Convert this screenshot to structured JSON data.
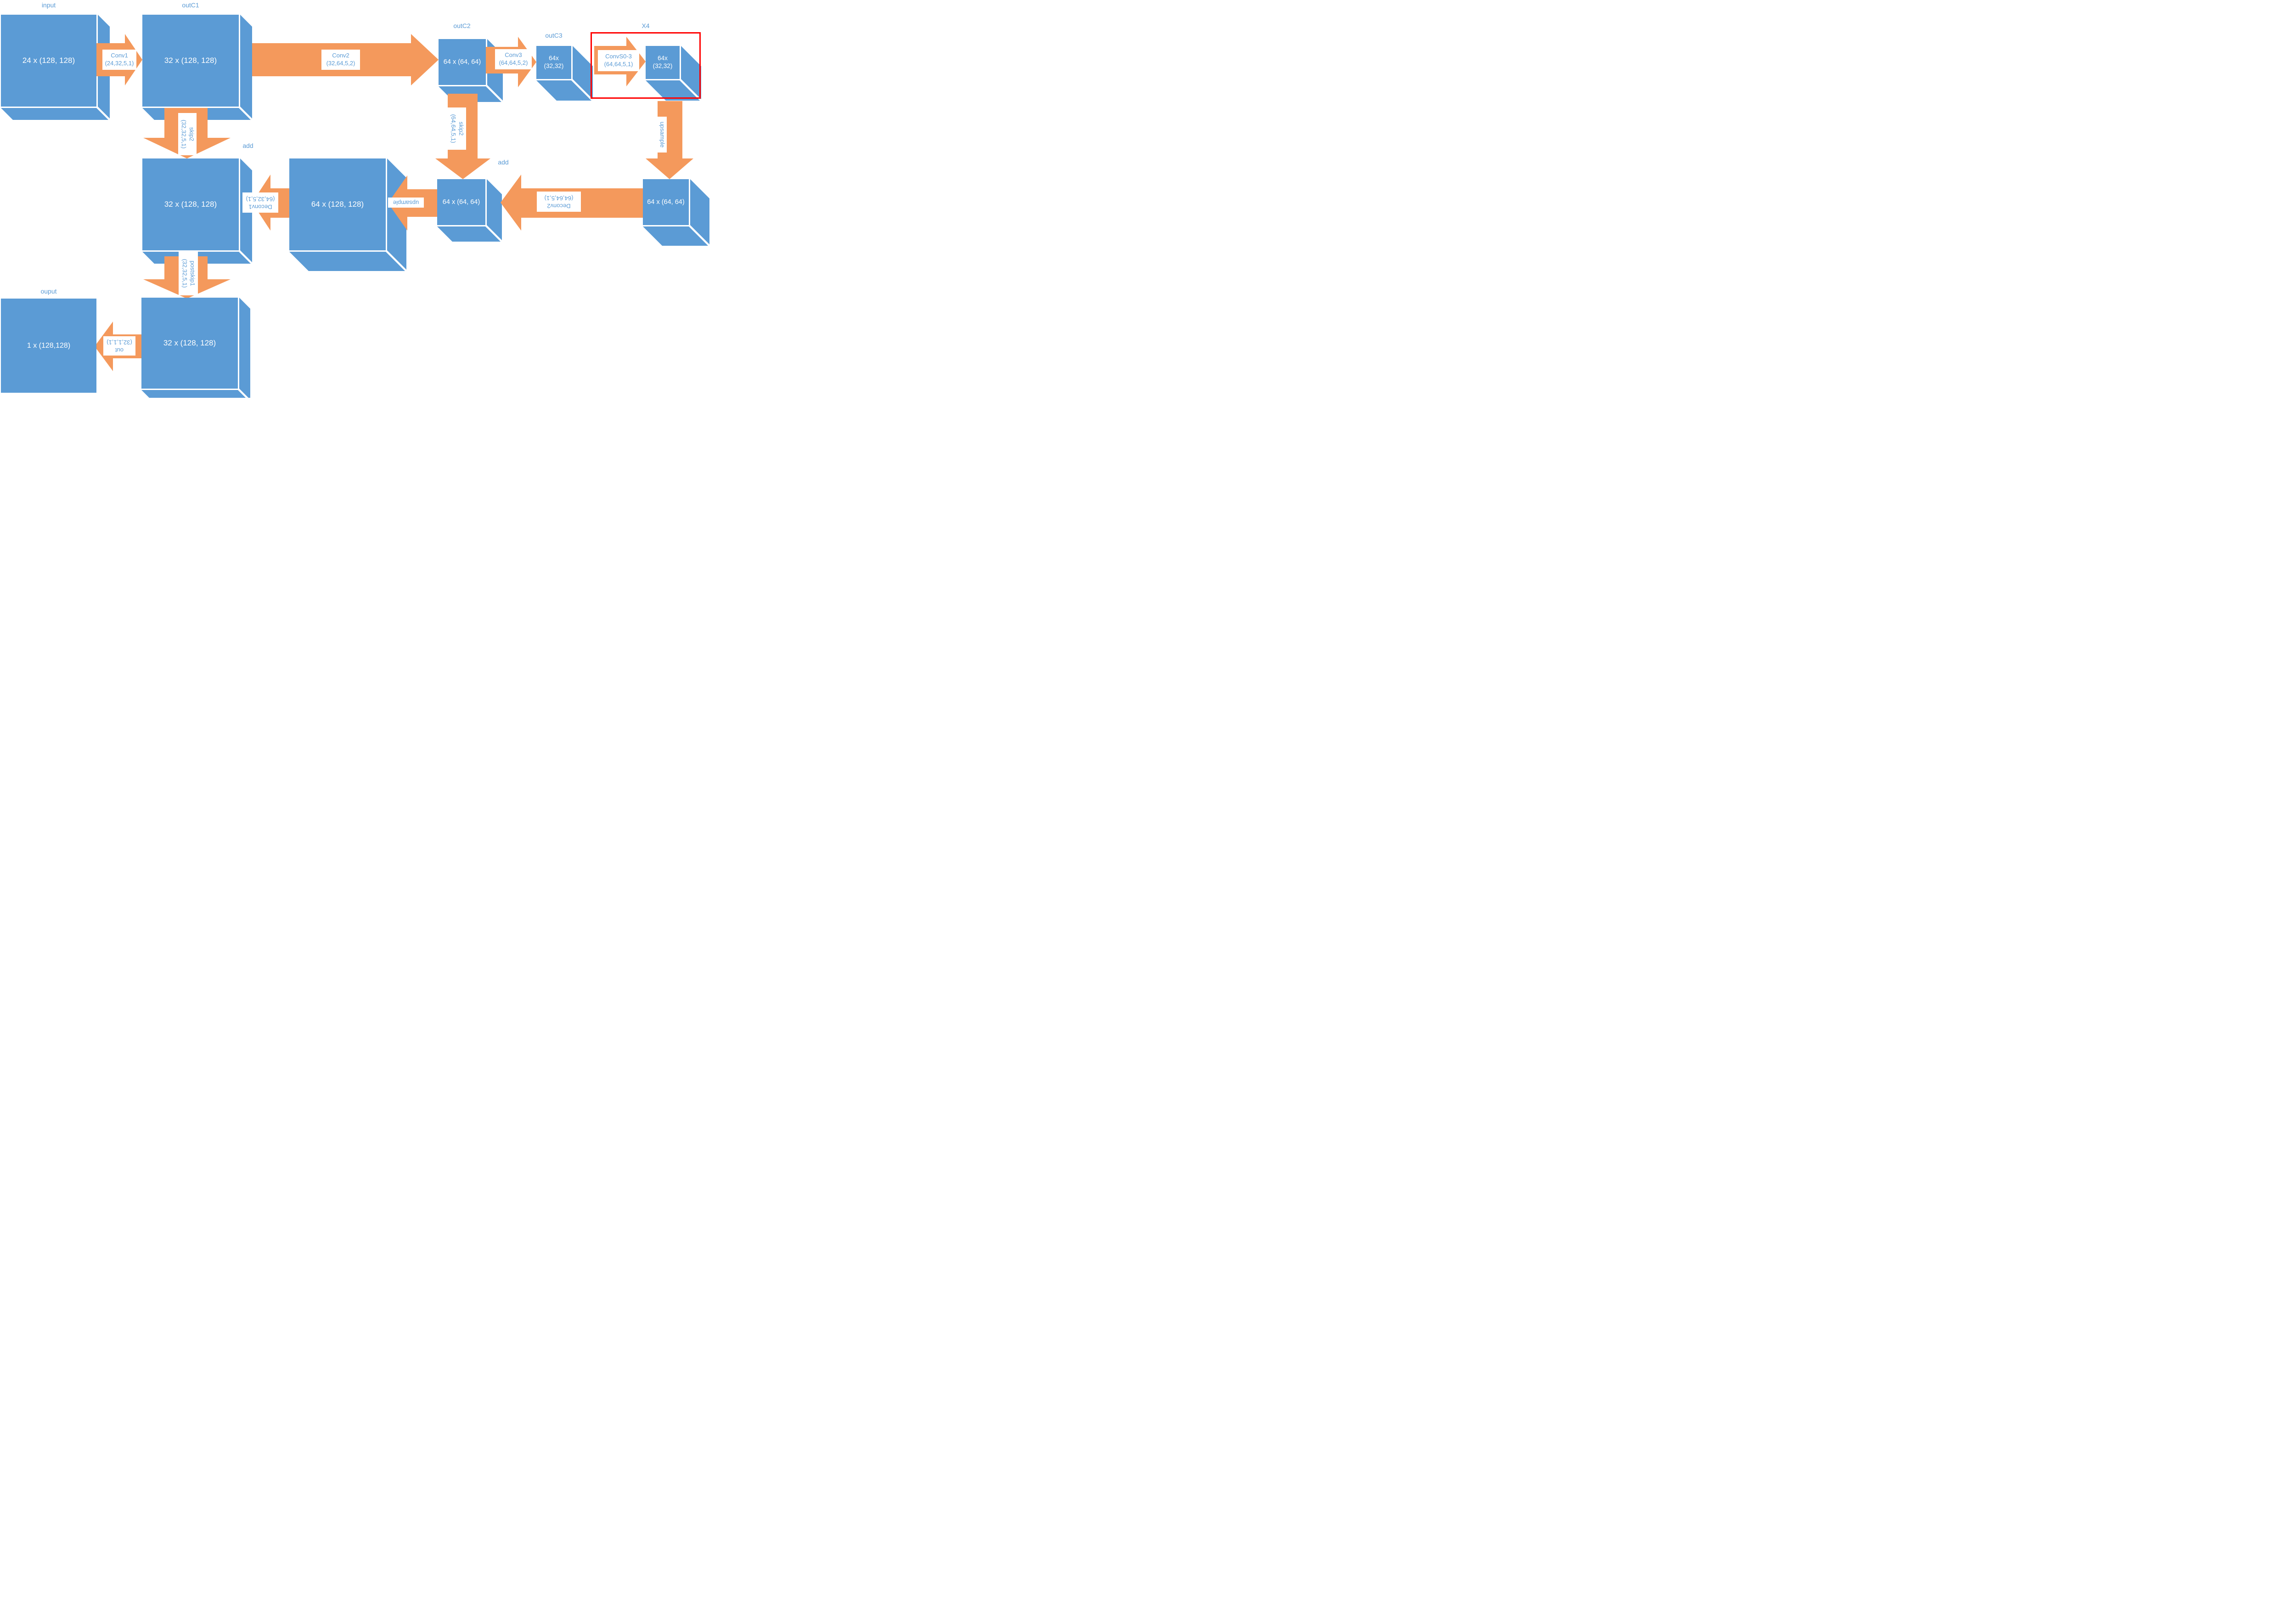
{
  "colors": {
    "box_blue": "#5B9BD5",
    "arrow_orange": "#F4995C",
    "label_blue": "#5B9BD5",
    "box_text": "#FFFFFF",
    "loop_red": "#FF0000"
  },
  "boxes": {
    "input": {
      "label": "input",
      "text": "24 x (128, 128)"
    },
    "outC1": {
      "label": "outC1",
      "text": "32 x (128, 128)"
    },
    "outC2": {
      "label": "outC2",
      "text": "64 x (64, 64)"
    },
    "outC3": {
      "label": "outC3",
      "line1": "64x",
      "line2": "(32,32)"
    },
    "x4box": {
      "line1": "64x",
      "line2": "(32,32)"
    },
    "addLeft": {
      "label": "add",
      "text": "32 x (128, 128)"
    },
    "mid": {
      "text": "64 x (128, 128)"
    },
    "addRight": {
      "label": "add",
      "text": "64 x (64, 64)"
    },
    "right": {
      "text": "64 x (64, 64)"
    },
    "bottom": {
      "text": "32 x (128, 128)"
    },
    "output": {
      "label": "ouput",
      "text": "1 x (128,128)"
    }
  },
  "arrows": {
    "conv1": {
      "line1": "Conv1",
      "line2": "(24,32,5,1)"
    },
    "conv2": {
      "line1": "Conv2",
      "line2": "(32,64,5,2)"
    },
    "conv3": {
      "line1": "Conv3",
      "line2": "(64,64,5,2)"
    },
    "convS": {
      "line1": "ConvS0-3",
      "line2": "(64,64,5,1)"
    },
    "skip2Left": {
      "line1": "skip2",
      "line2": "(32,32,5,1)"
    },
    "skip2Right": {
      "line1": "skip2",
      "line2": "(64,64,5,1)"
    },
    "upsampleRight": {
      "line1": "upsample"
    },
    "deconv1": {
      "line1": "Deconv1",
      "line2": "(64,32,5,1)"
    },
    "upsampleMid": {
      "line1": "upsample"
    },
    "deconv2": {
      "line1": "Deconv2",
      "line2": "(64,64,5,1)"
    },
    "postskip1": {
      "line1": "postskip1",
      "line2": "(32,32,5,1)"
    },
    "out": {
      "line1": "out",
      "line2": "(32,1,1,1)"
    }
  },
  "loop": {
    "label": "X4"
  }
}
